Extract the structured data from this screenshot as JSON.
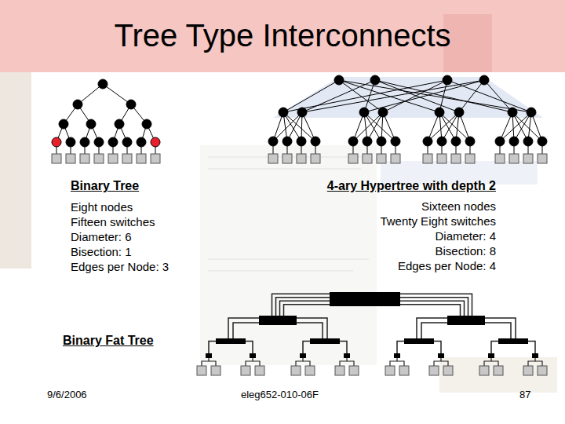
{
  "diagram": {
    "title": "Tree Type Interconnects",
    "labels": [
      "Binary Tree",
      "Eight nodes",
      "Fifteen switches",
      "Diameter: 6",
      "Bisection: 1",
      "Edges per Node: 3",
      "4-ary Hypertree with depth 2",
      "Sixteen nodes",
      "Twenty Eight switches",
      "Diameter: 4",
      "Bisection: 8",
      "Edges per Node: 4",
      "Binary Fat Tree",
      "9/6/2006",
      "eleg652-010-06F",
      "87"
    ]
  }
}
